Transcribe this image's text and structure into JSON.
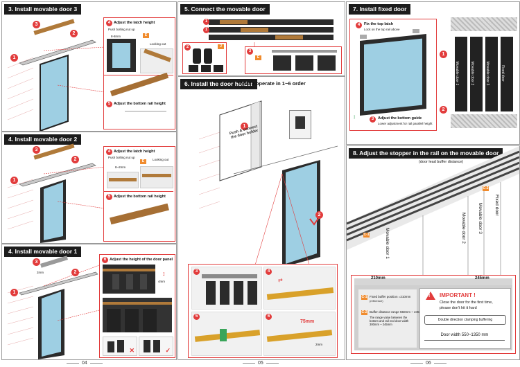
{
  "sections": {
    "s3": {
      "title": "3. Install movable door 3",
      "step4": "Adjust the latch height",
      "push": "Push bolting nut up",
      "looking_out": "Looking out",
      "dim": "8-8mm",
      "step5": "Adjust the bottom rail height"
    },
    "s4_2": {
      "title": "4. Install movable door 2",
      "step4": "Adjust the latch height",
      "push": "Push bolting nut up",
      "looking_out": "Looking out",
      "dim": "8~2mm",
      "step5": "Adjust the bottom rail height"
    },
    "s4_1": {
      "title": "4. Install movable door 1",
      "step6": "Adjust the height of the door panel",
      "dim_side": "4mm",
      "dim_top": "2mm",
      "dim_bottom": "2mm"
    },
    "s5": {
      "title": "5. Connect the movable door"
    },
    "s6": {
      "title": "6. Install the door holder",
      "note": "Please operate in 1~6 order",
      "push_text": "Push & connect the door holder",
      "dim": "75mm",
      "dim_small": "2mm"
    },
    "s7": {
      "title": "7. Install fixed door",
      "step4": "Fix the top latch",
      "step4_sub": "Lock on the top rail above",
      "step3": "Adjust the bottom guide",
      "step3_sub": "Lower adjustment for rail parallel height",
      "doors": [
        "Movable door 1",
        "Movable door 2",
        "Movable door 3",
        "Fixed door"
      ]
    },
    "s8": {
      "title": "8. Adjust the stopper in the rail on the movable door",
      "subtitle": "(door lead buffer distance)",
      "doors": [
        "Movable door 1",
        "Movable door 2",
        "Movable door 3",
        "Fixed door"
      ],
      "dim_left": "210mm",
      "dim_right": "245mm",
      "c1_label": "C-1",
      "c2_label": "C-2",
      "c1_text": "Fixed buffer position =210mm",
      "c1_ref": "(reference)",
      "c2_text": "Buffer distance range 550mm ~ 245mm",
      "range_text": "The range value between the bottom and rail end door width 300mm ~ 245mm",
      "important_title": "IMPORTANT !",
      "important_line1": "Close the door for the first time,",
      "important_line2": "please don't hit it hard",
      "clamp_text": "Double direction clamping buffering",
      "width_text": "Door width 550~1350 mm"
    }
  },
  "page_numbers": [
    "04",
    "05",
    "06"
  ],
  "colors": {
    "accent": "#e23c3c",
    "orange": "#f08b2d",
    "header": "#1c1c1c",
    "glass": "#bfe2ef",
    "frame": "#2a2a2a"
  }
}
